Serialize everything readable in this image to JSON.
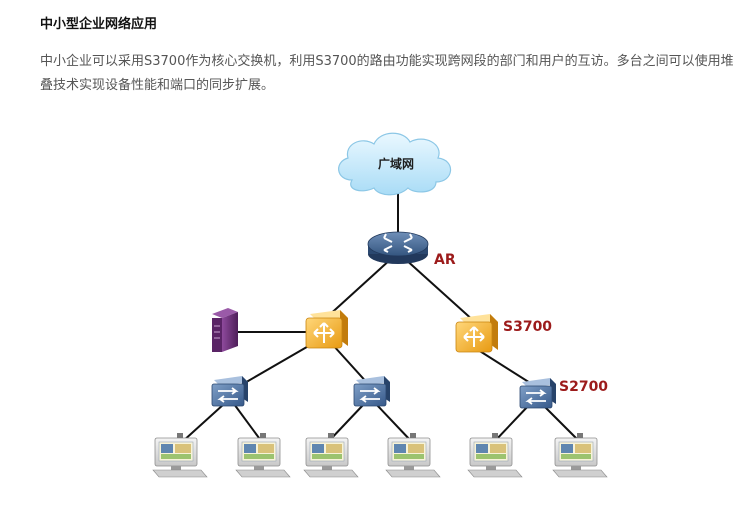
{
  "page": {
    "title": "中小型企业网络应用",
    "paragraph": "中小企业可以采用S3700作为核心交换机，利用S3700的路由功能实现跨网段的部门和用户的互访。多台之间可以使用堆叠技术实现设备性能和端口的同步扩展。"
  },
  "diagram": {
    "cloud_label": "广域网",
    "router_label": "AR",
    "core_switch_label": "S3700",
    "access_switch_label": "S2700",
    "colors": {
      "link": "#111111",
      "router": "#2f4f7a",
      "core_switch": "#f0a823",
      "access_switch": "#3d6596",
      "server": "#6b2a78",
      "cloud": "#c9ecff",
      "label": "#9c1b1b"
    },
    "icons": [
      "cloud-icon",
      "router-icon",
      "core-switch-icon",
      "access-switch-icon",
      "server-icon",
      "pc-icon"
    ]
  }
}
